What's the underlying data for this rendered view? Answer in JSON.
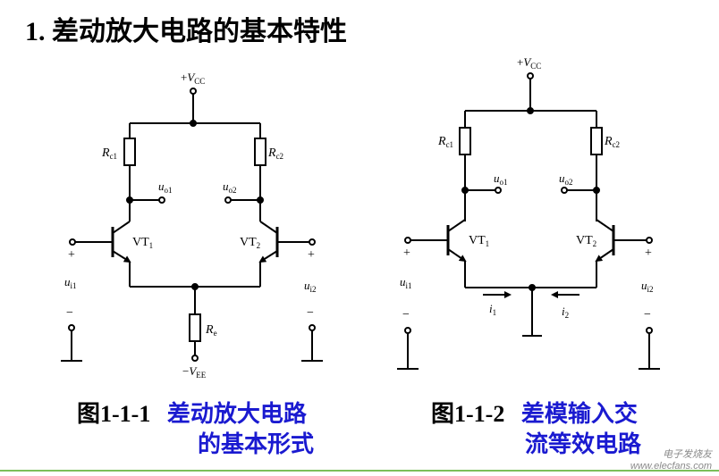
{
  "heading": "1. 差动放大电路的基本特性",
  "fig1": {
    "vcc_sign": "+",
    "vcc_base": "V",
    "vcc_sub": "CC",
    "rc1_base": "R",
    "rc1_sub": "c1",
    "rc2_base": "R",
    "rc2_sub": "c2",
    "uo1_base": "u",
    "uo1_sub": "o1",
    "uo2_base": "u",
    "uo2_sub": "o2",
    "vt1_base": "VT",
    "vt1_sub": "1",
    "vt2_base": "VT",
    "vt2_sub": "2",
    "re_base": "R",
    "re_sub": "e",
    "vee_sign": "−",
    "vee_base": "V",
    "vee_sub": "EE",
    "ui1_base": "u",
    "ui1_sub": "i1",
    "ui2_base": "u",
    "ui2_sub": "i2",
    "plus": "+",
    "minus": "−",
    "caption_num": "图1-1-1",
    "caption_line1": "差动放大电路",
    "caption_line2": "的基本形式"
  },
  "fig2": {
    "vcc_sign": "+",
    "vcc_base": "V",
    "vcc_sub": "CC",
    "rc1_base": "R",
    "rc1_sub": "c1",
    "rc2_base": "R",
    "rc2_sub": "c2",
    "uo1_base": "u",
    "uo1_sub": "o1",
    "uo2_base": "u",
    "uo2_sub": "o2",
    "vt1_base": "VT",
    "vt1_sub": "1",
    "vt2_base": "VT",
    "vt2_sub": "2",
    "i1_base": "i",
    "i1_sub": "1",
    "i2_base": "i",
    "i2_sub": "2",
    "ui1_base": "u",
    "ui1_sub": "i1",
    "ui2_base": "u",
    "ui2_sub": "i2",
    "plus": "+",
    "minus": "−",
    "caption_num": "图1-1-2",
    "caption_line1": "差模输入交",
    "caption_line2": "流等效电路"
  },
  "watermark": {
    "line1": "电子发烧友",
    "line2": "www.elecfans.com"
  }
}
